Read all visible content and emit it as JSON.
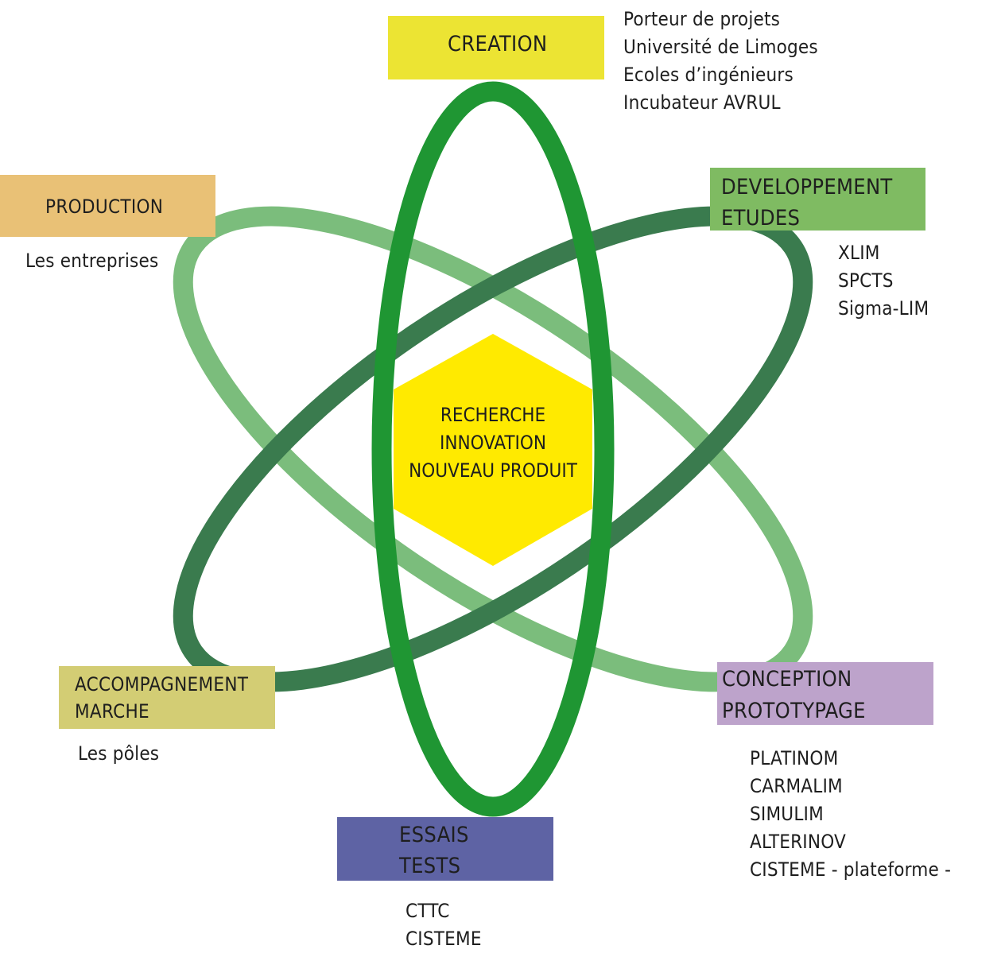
{
  "colors": {
    "vertical_ellipse": "#1f9633",
    "light_ellipse": "#7bbd7c",
    "dark_ellipse": "#3a7b4e",
    "core_fill": "#ffea00",
    "creation": "#ece433",
    "production": "#e9c176",
    "developpement": "#7fbb62",
    "accompagnement": "#d3cd74",
    "conception": "#bda3cb",
    "essais": "#5e63a4"
  },
  "center": {
    "lines": [
      "RECHERCHE",
      "INNOVATION",
      "NOUVEAU PRODUIT"
    ]
  },
  "boxes": {
    "creation": {
      "lines": [
        "CREATION"
      ]
    },
    "production": {
      "lines": [
        "PRODUCTION"
      ]
    },
    "developpement": {
      "lines": [
        "DEVELOPPEMENT",
        "ETUDES"
      ]
    },
    "accompagnement": {
      "lines": [
        "ACCOMPAGNEMENT",
        "MARCHE"
      ]
    },
    "conception": {
      "lines": [
        "CONCEPTION",
        "PROTOTYPAGE"
      ]
    },
    "essais": {
      "lines": [
        "ESSAIS",
        "TESTS"
      ]
    }
  },
  "partners": {
    "creation": [
      "Porteur de projets",
      "Université de Limoges",
      "Ecoles d’ingénieurs",
      "Incubateur AVRUL"
    ],
    "production": [
      "Les entreprises"
    ],
    "developpement": [
      "XLIM",
      "SPCTS",
      "Sigma-LIM"
    ],
    "accompagnement": [
      "Les pôles"
    ],
    "conception": [
      "PLATINOM",
      "CARMALIM",
      "SIMULIM",
      "ALTERINOV",
      "CISTEME - plateforme -"
    ],
    "essais": [
      "CTTC",
      "CISTEME"
    ]
  }
}
